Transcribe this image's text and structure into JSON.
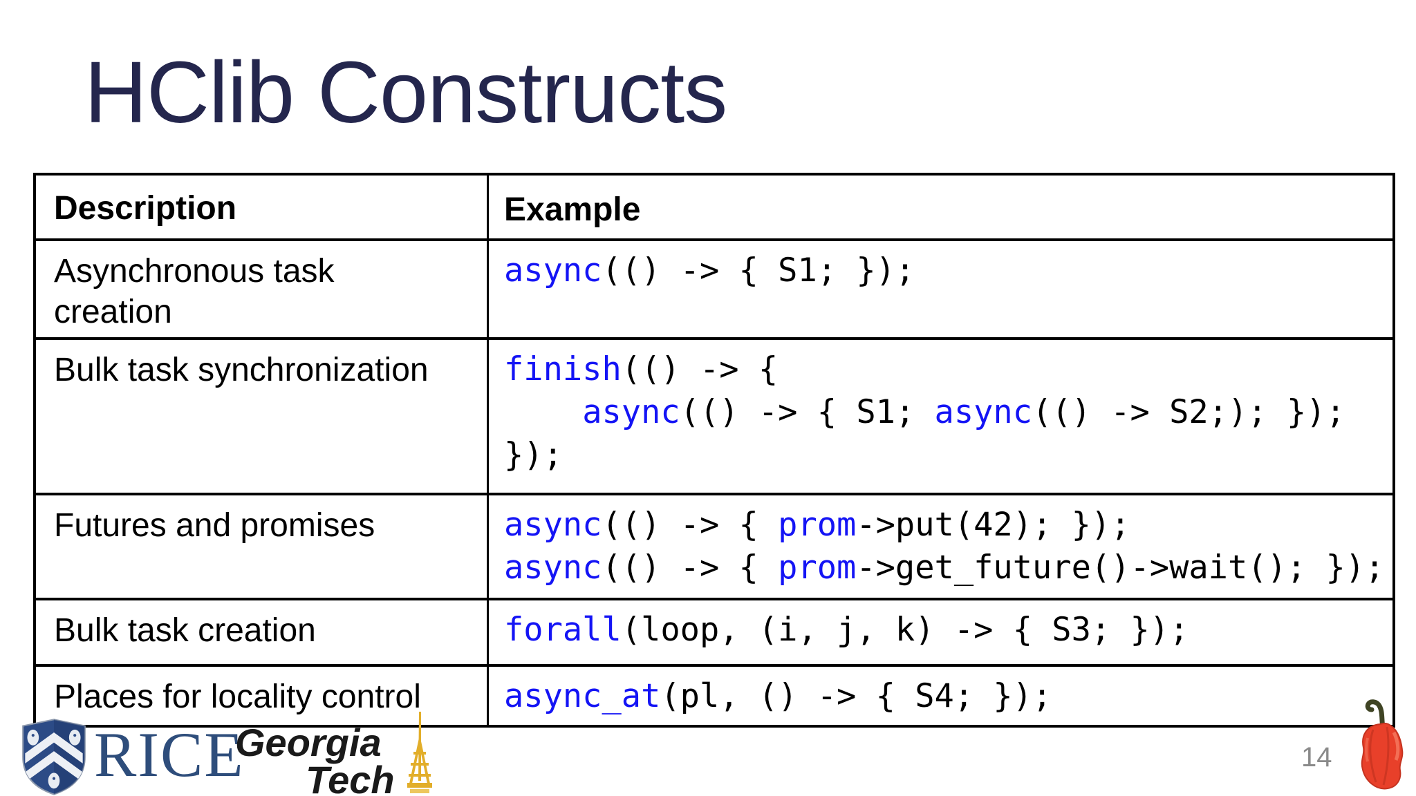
{
  "title": "HClib Constructs",
  "page_number": "14",
  "colors": {
    "title": "#24264d",
    "keyword": "#1414f5",
    "page_number": "#8a8a8a",
    "rice_navy": "#2e4d7b",
    "tower_gold": "#e2ae2a",
    "pepper_red": "#e8402a"
  },
  "table": {
    "headers": [
      "Description",
      "Example"
    ],
    "rows": [
      {
        "description": "Asynchronous task\ncreation",
        "code": [
          [
            {
              "t": "async",
              "kw": true
            },
            {
              "t": "(() -> { S1; });"
            }
          ]
        ]
      },
      {
        "description": "Bulk task synchronization",
        "code": [
          [
            {
              "t": "finish",
              "kw": true
            },
            {
              "t": "(() -> {"
            }
          ],
          [
            {
              "t": "    "
            },
            {
              "t": "async",
              "kw": true
            },
            {
              "t": "(() -> { S1; "
            },
            {
              "t": "async",
              "kw": true
            },
            {
              "t": "(() -> S2;); });"
            }
          ],
          [
            {
              "t": "});"
            }
          ]
        ]
      },
      {
        "description": "Futures and promises",
        "code": [
          [
            {
              "t": "async",
              "kw": true
            },
            {
              "t": "(() -> { "
            },
            {
              "t": "prom",
              "kw": true
            },
            {
              "t": "->put(42); });"
            }
          ],
          [
            {
              "t": "async",
              "kw": true
            },
            {
              "t": "(() -> { "
            },
            {
              "t": "prom",
              "kw": true
            },
            {
              "t": "->get_future()->wait(); });"
            }
          ]
        ]
      },
      {
        "description": "Bulk task creation",
        "code": [
          [
            {
              "t": "forall",
              "kw": true
            },
            {
              "t": "(loop, (i, j, k) -> { S3; });"
            }
          ]
        ]
      },
      {
        "description": "Places for locality control",
        "code": [
          [
            {
              "t": "async_at",
              "kw": true
            },
            {
              "t": "(pl, () -> { S4; });"
            }
          ]
        ]
      }
    ]
  },
  "footer": {
    "rice_label": "RICE",
    "georgia_tech_line1": "Georgia",
    "georgia_tech_line2": "Tech"
  }
}
